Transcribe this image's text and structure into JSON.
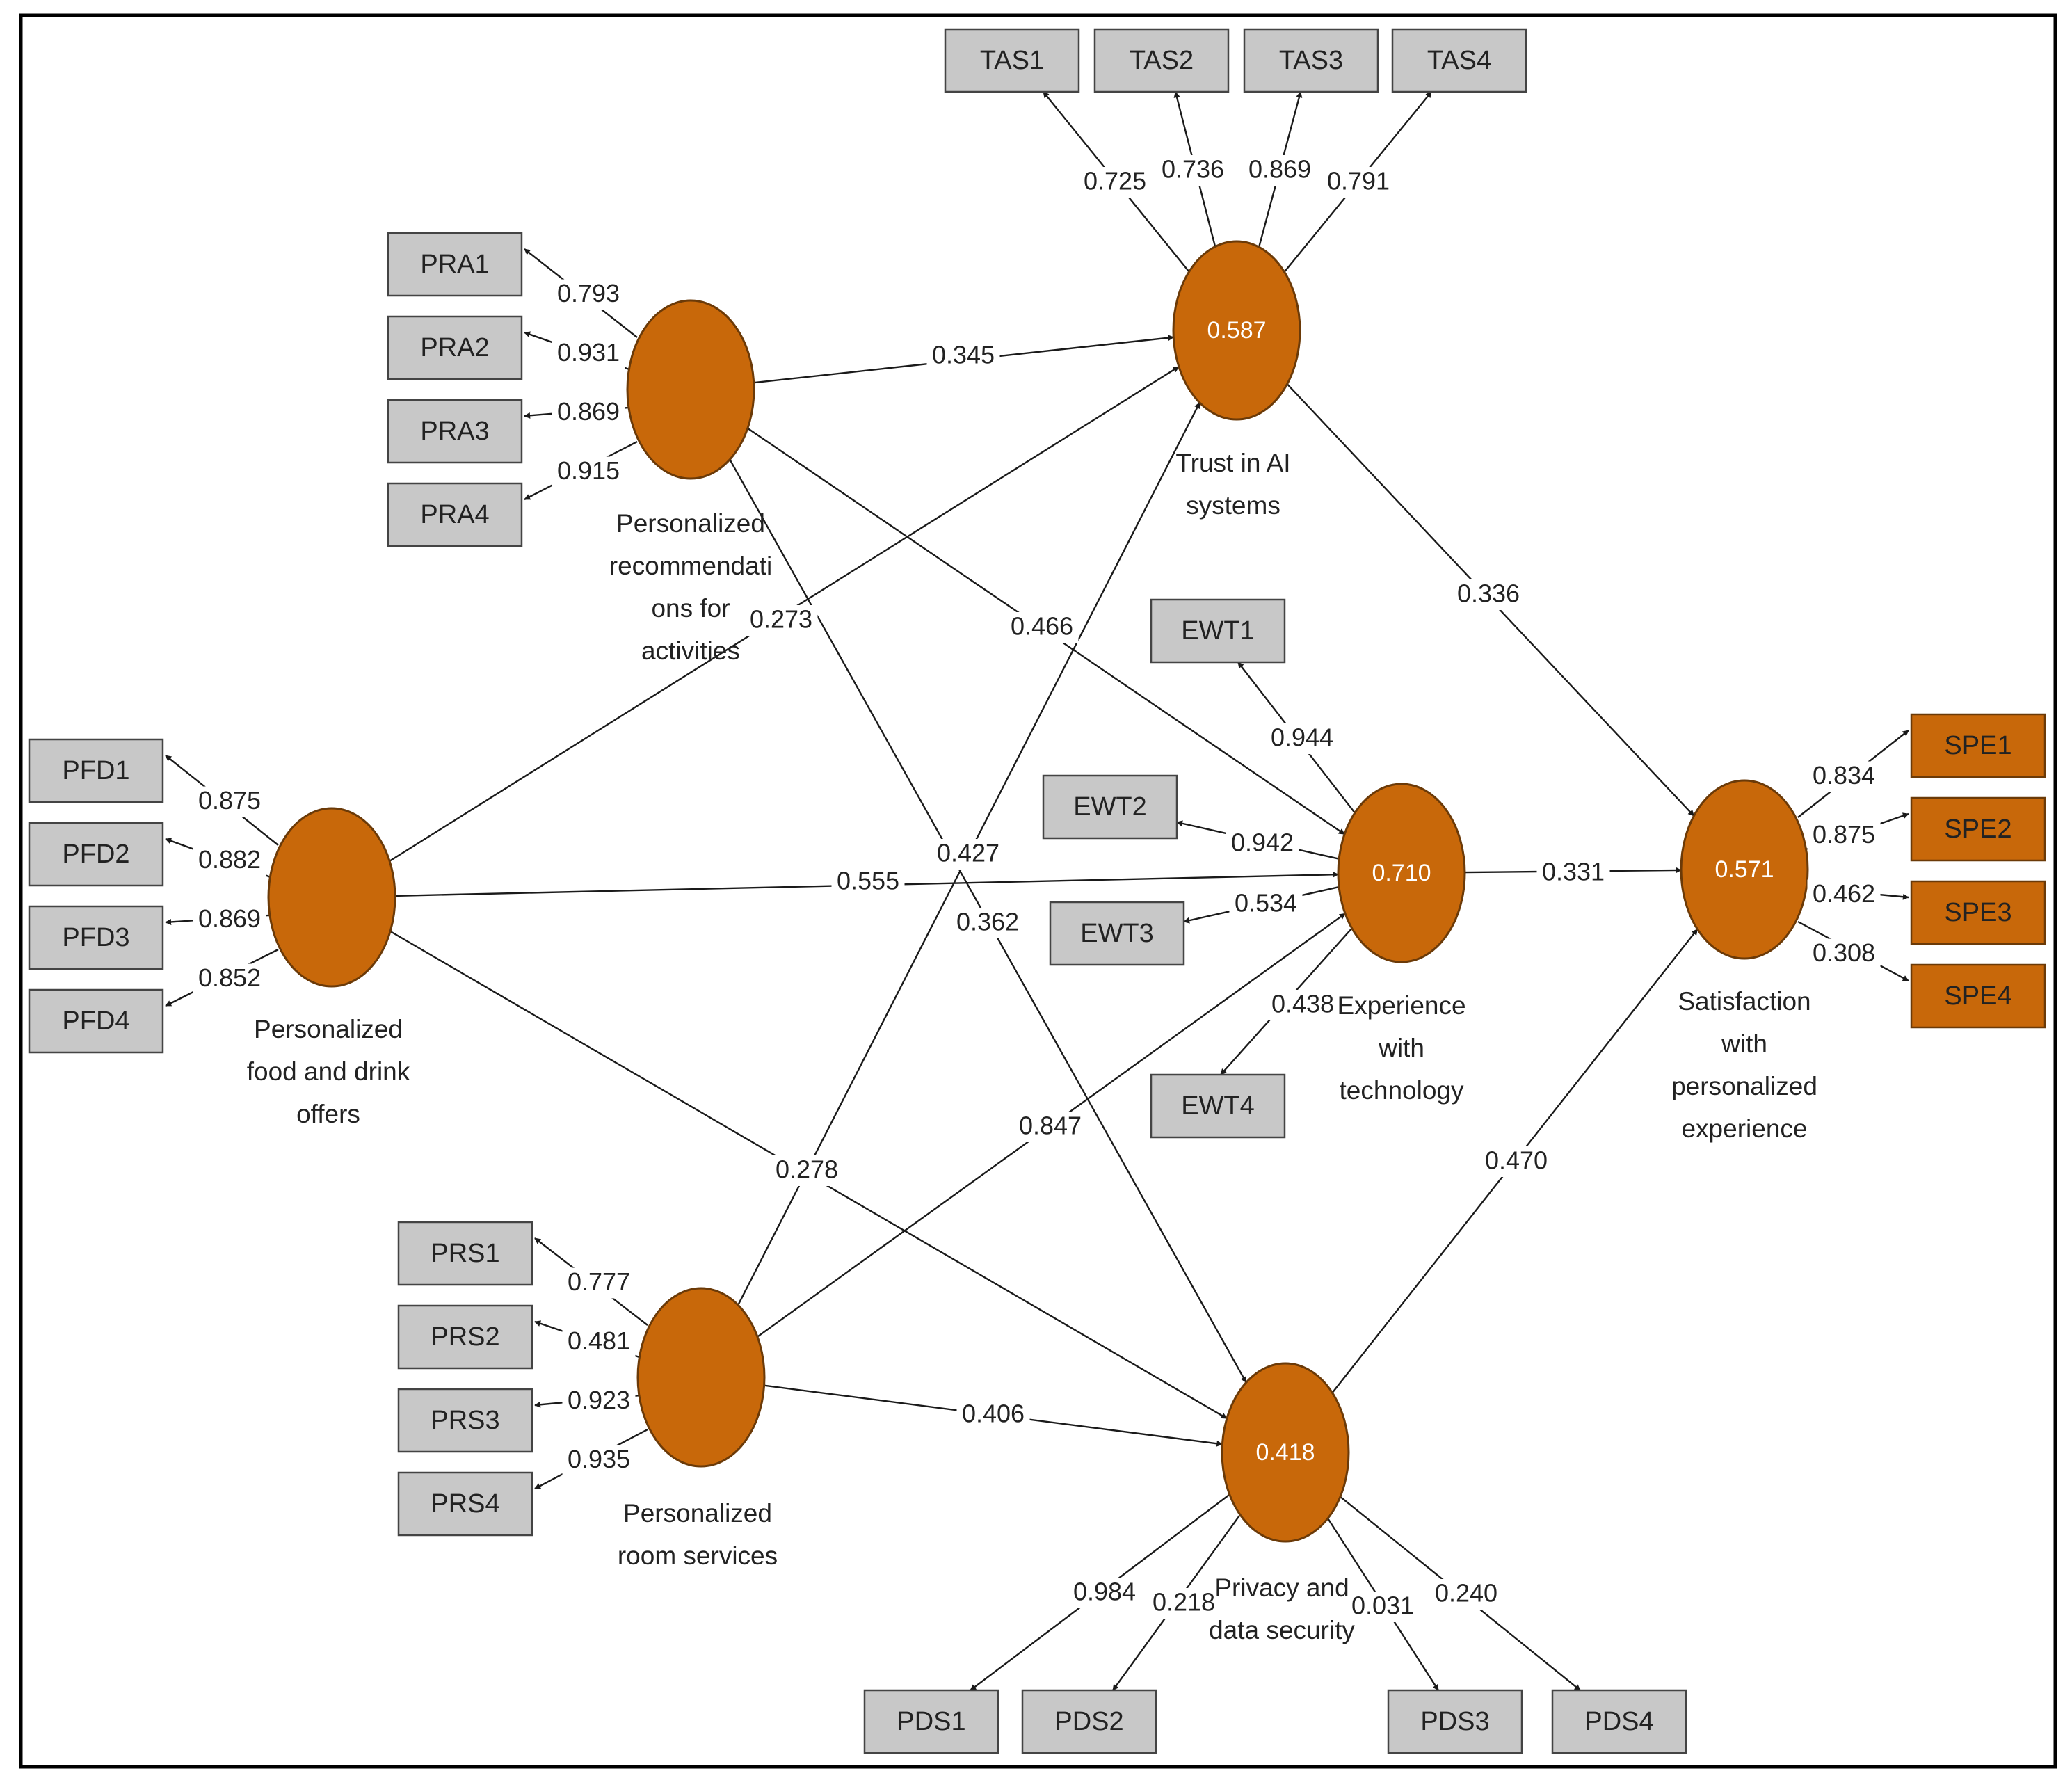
{
  "colors": {
    "latent_fill": "#c8680a",
    "latent_stroke": "#6b3a08",
    "indicator_fill": "#c8c8c8",
    "indicator_stroke": "#444444",
    "outcome_indicator_fill": "#c8680a",
    "line": "#1a1a1a",
    "frame": "#000000"
  },
  "constructs": [
    {
      "id": "PRA",
      "label_lines": [
        "Personalized",
        "recommendati",
        "ons for",
        "activities"
      ],
      "r2": ""
    },
    {
      "id": "PFD",
      "label_lines": [
        "Personalized",
        "food and drink",
        "offers"
      ],
      "r2": ""
    },
    {
      "id": "PRS",
      "label_lines": [
        "Personalized",
        "room services"
      ],
      "r2": ""
    },
    {
      "id": "TAS",
      "label_lines": [
        "Trust in AI",
        "systems"
      ],
      "r2": "0.587"
    },
    {
      "id": "EWT",
      "label_lines": [
        "Experience",
        "with",
        "technology"
      ],
      "r2": "0.710"
    },
    {
      "id": "PDS",
      "label_lines": [
        "Privacy and",
        "data security"
      ],
      "r2": "0.418"
    },
    {
      "id": "SPE",
      "label_lines": [
        "Satisfaction",
        "with",
        "personalized",
        "experience"
      ],
      "r2": "0.571"
    }
  ],
  "indicators": [
    {
      "id": "TAS1",
      "construct": "TAS",
      "loading": "0.725"
    },
    {
      "id": "TAS2",
      "construct": "TAS",
      "loading": "0.736"
    },
    {
      "id": "TAS3",
      "construct": "TAS",
      "loading": "0.869"
    },
    {
      "id": "TAS4",
      "construct": "TAS",
      "loading": "0.791"
    },
    {
      "id": "PRA1",
      "construct": "PRA",
      "loading": "0.793"
    },
    {
      "id": "PRA2",
      "construct": "PRA",
      "loading": "0.931"
    },
    {
      "id": "PRA3",
      "construct": "PRA",
      "loading": "0.869"
    },
    {
      "id": "PRA4",
      "construct": "PRA",
      "loading": "0.915"
    },
    {
      "id": "PFD1",
      "construct": "PFD",
      "loading": "0.875"
    },
    {
      "id": "PFD2",
      "construct": "PFD",
      "loading": "0.882"
    },
    {
      "id": "PFD3",
      "construct": "PFD",
      "loading": "0.869"
    },
    {
      "id": "PFD4",
      "construct": "PFD",
      "loading": "0.852"
    },
    {
      "id": "PRS1",
      "construct": "PRS",
      "loading": "0.777"
    },
    {
      "id": "PRS2",
      "construct": "PRS",
      "loading": "0.481"
    },
    {
      "id": "PRS3",
      "construct": "PRS",
      "loading": "0.923"
    },
    {
      "id": "PRS4",
      "construct": "PRS",
      "loading": "0.935"
    },
    {
      "id": "EWT1",
      "construct": "EWT",
      "loading": "0.944"
    },
    {
      "id": "EWT2",
      "construct": "EWT",
      "loading": "0.942"
    },
    {
      "id": "EWT3",
      "construct": "EWT",
      "loading": "0.534"
    },
    {
      "id": "EWT4",
      "construct": "EWT",
      "loading": "0.438"
    },
    {
      "id": "SPE1",
      "construct": "SPE",
      "loading": "0.834"
    },
    {
      "id": "SPE2",
      "construct": "SPE",
      "loading": "0.875"
    },
    {
      "id": "SPE3",
      "construct": "SPE",
      "loading": "0.462"
    },
    {
      "id": "SPE4",
      "construct": "SPE",
      "loading": "0.308"
    },
    {
      "id": "PDS1",
      "construct": "PDS",
      "loading": "0.984"
    },
    {
      "id": "PDS2",
      "construct": "PDS",
      "loading": "0.218"
    },
    {
      "id": "PDS3",
      "construct": "PDS",
      "loading": "0.031"
    },
    {
      "id": "PDS4",
      "construct": "PDS",
      "loading": "0.240"
    }
  ],
  "paths": [
    {
      "from": "PRA",
      "to": "TAS",
      "coef": "0.345"
    },
    {
      "from": "PRA",
      "to": "EWT",
      "coef": "0.466"
    },
    {
      "from": "PRA",
      "to": "PDS",
      "coef": "0.362"
    },
    {
      "from": "PFD",
      "to": "TAS",
      "coef": "0.273"
    },
    {
      "from": "PFD",
      "to": "EWT",
      "coef": "0.555"
    },
    {
      "from": "PFD",
      "to": "PDS",
      "coef": "0.278"
    },
    {
      "from": "PRS",
      "to": "TAS",
      "coef": "0.427"
    },
    {
      "from": "PRS",
      "to": "EWT",
      "coef": "0.847"
    },
    {
      "from": "PRS",
      "to": "PDS",
      "coef": "0.406"
    },
    {
      "from": "TAS",
      "to": "SPE",
      "coef": "0.336"
    },
    {
      "from": "EWT",
      "to": "SPE",
      "coef": "0.331"
    },
    {
      "from": "PDS",
      "to": "SPE",
      "coef": "0.470"
    }
  ]
}
